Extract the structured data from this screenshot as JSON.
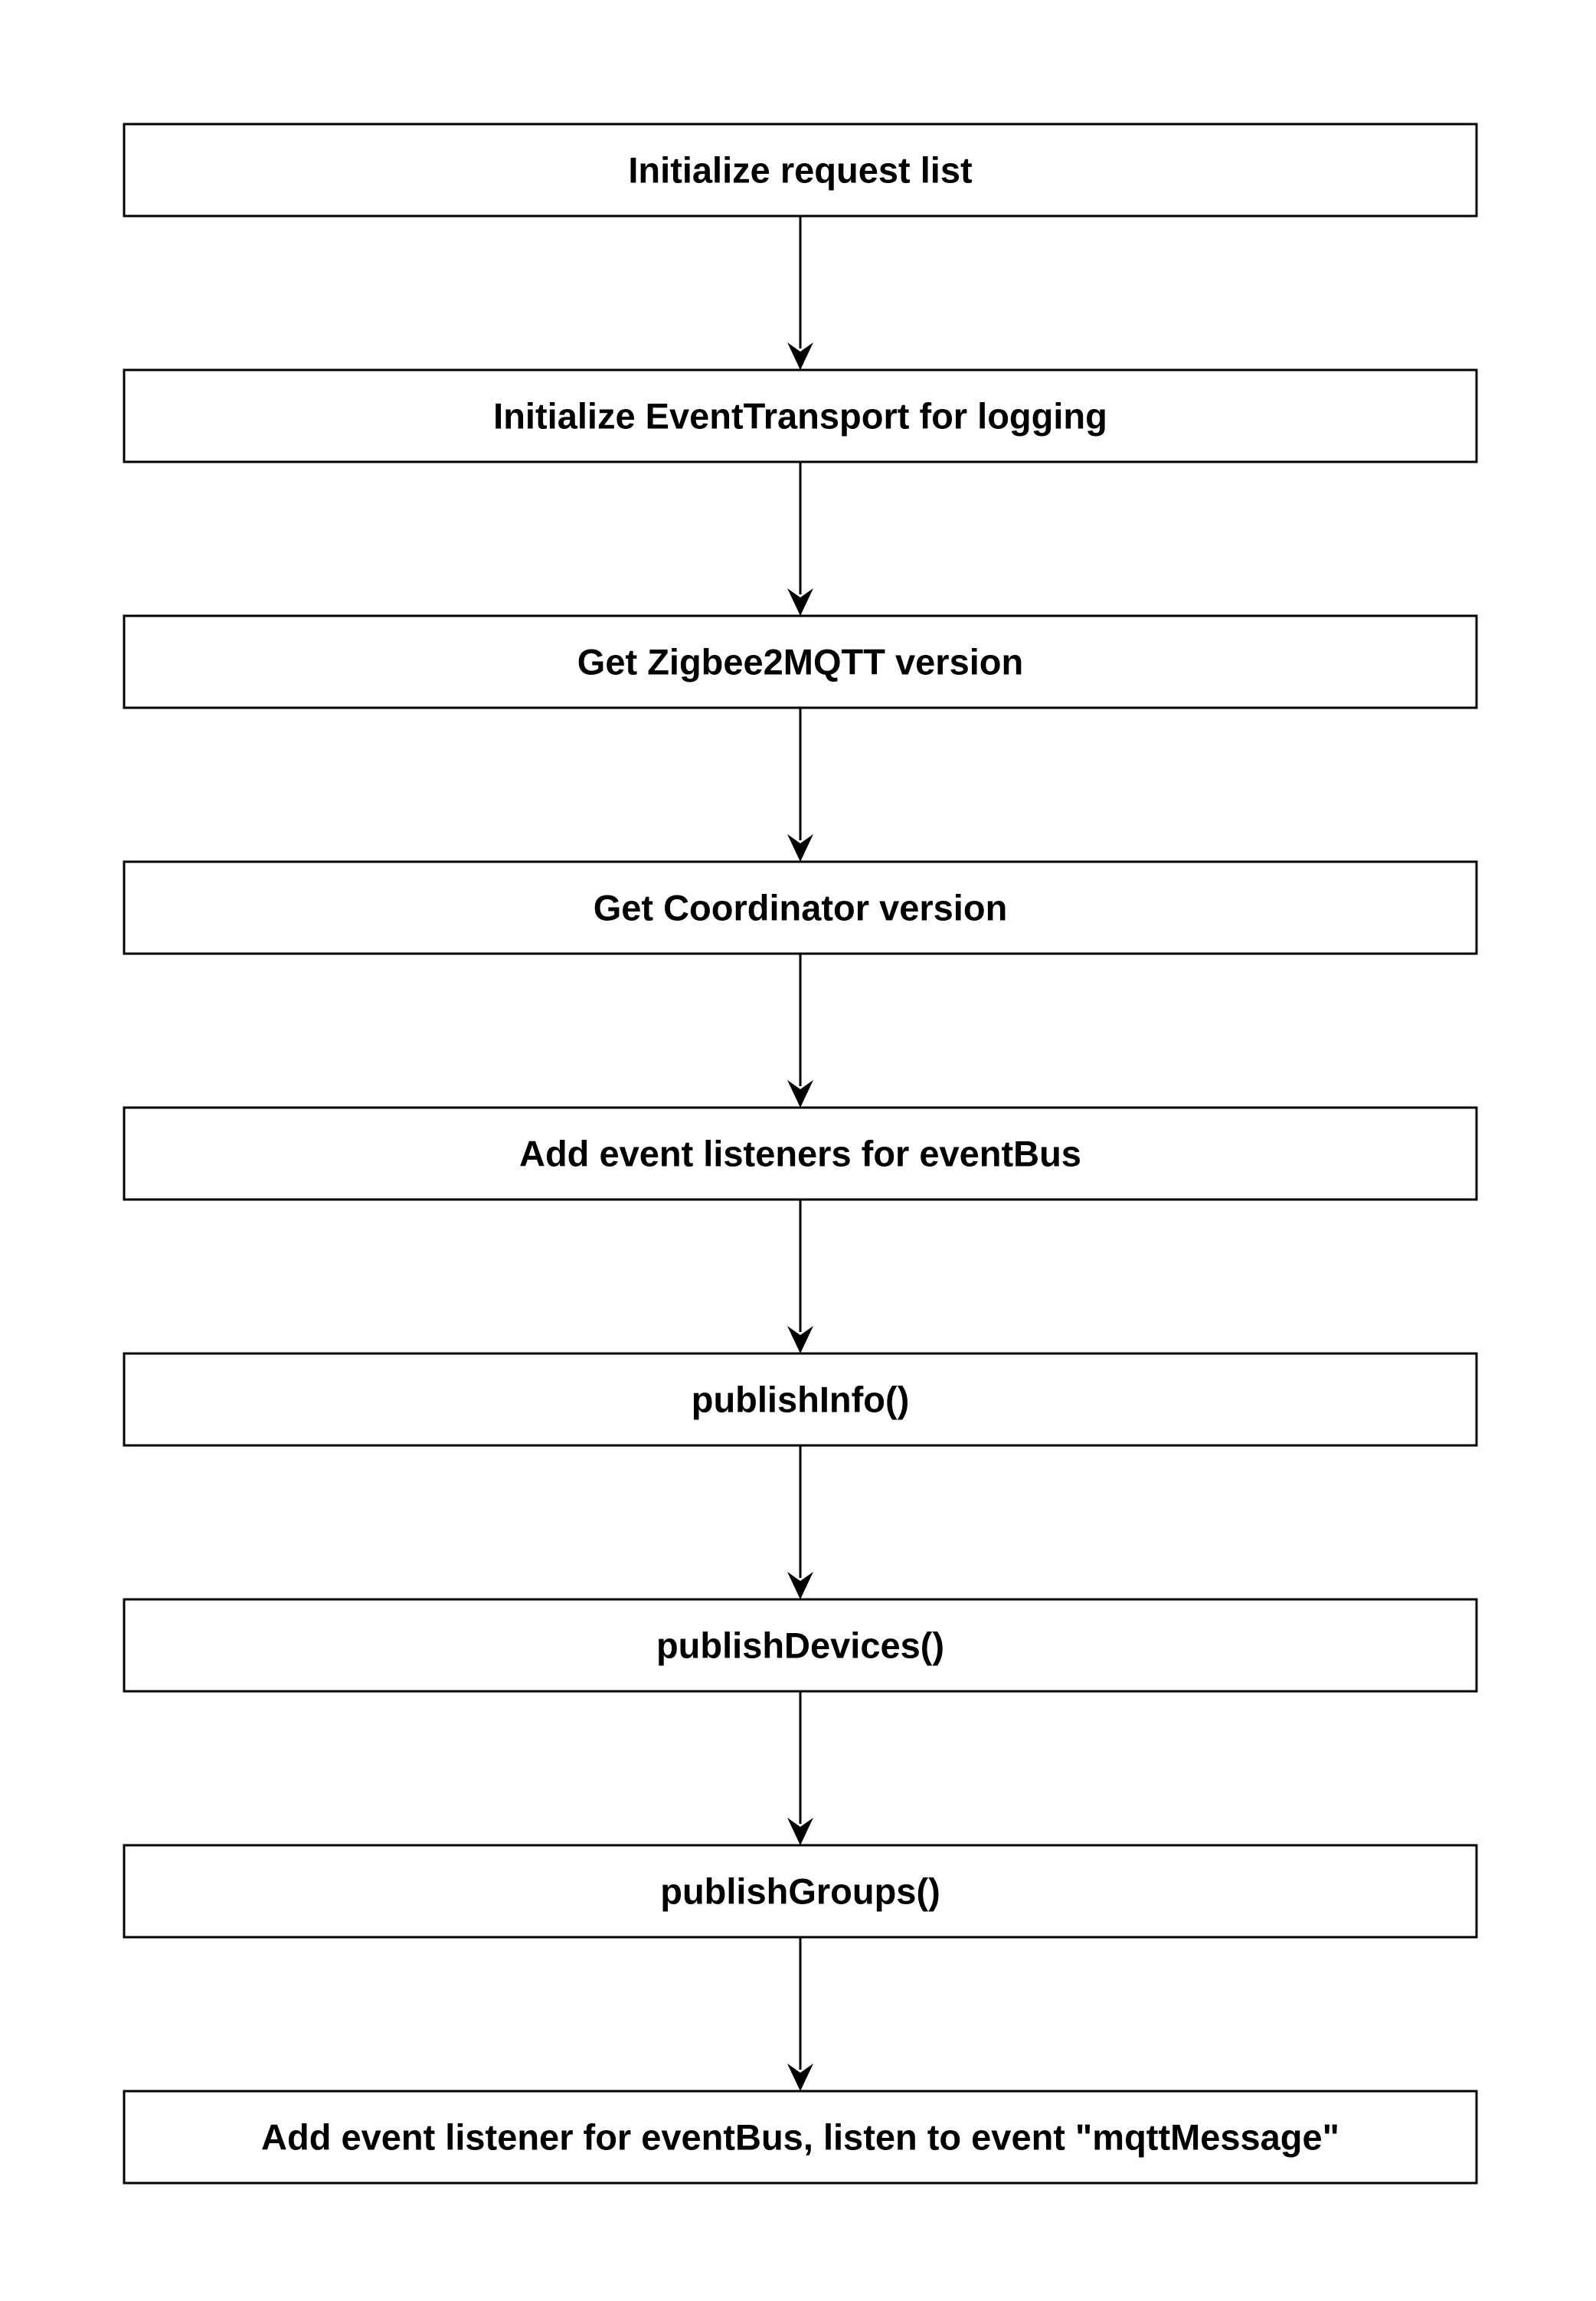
{
  "steps": [
    {
      "label": "Initialize request list"
    },
    {
      "label": "Initialize EventTransport for logging"
    },
    {
      "label": "Get Zigbee2MQTT version"
    },
    {
      "label": "Get Coordinator version"
    },
    {
      "label": "Add event listeners for eventBus"
    },
    {
      "label": "publishInfo()"
    },
    {
      "label": "publishDevices()"
    },
    {
      "label": "publishGroups()"
    },
    {
      "label": "Add event listener for eventBus, listen to event \"mqttMessage\""
    }
  ],
  "colors": {
    "background": "#ffffff",
    "stroke": "#000000",
    "text": "#000000"
  }
}
